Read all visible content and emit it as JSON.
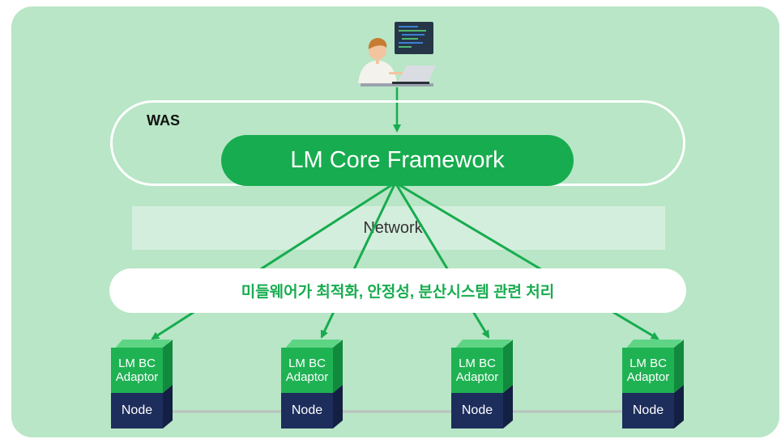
{
  "diagram": {
    "was_label": "WAS",
    "core_label": "LM Core Framework",
    "network_label": "Network",
    "middleware_label": "미들웨어가 최적화, 안정성, 분산시스템 관련 처리",
    "adaptor_line1": "LM BC",
    "adaptor_line2": "Adaptor",
    "node_label": "Node",
    "nodes": [
      {
        "line1": "LM BC",
        "line2": "Adaptor",
        "node": "Node"
      },
      {
        "line1": "LM BC",
        "line2": "Adaptor",
        "node": "Node"
      },
      {
        "line1": "LM BC",
        "line2": "Adaptor",
        "node": "Node"
      },
      {
        "line1": "LM BC",
        "line2": "Adaptor",
        "node": "Node"
      }
    ]
  },
  "colors": {
    "panel": "#b8e6c6",
    "core": "#17ac4f",
    "arrow": "#17ac4f",
    "node": "#1d2d5c"
  },
  "icons": [
    "developer-at-laptop-icon",
    "monitor-code-icon"
  ]
}
